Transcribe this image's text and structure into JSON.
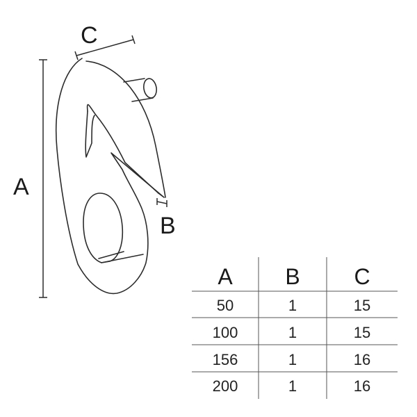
{
  "drawing": {
    "label_a": "A",
    "label_b": "B",
    "label_c": "C",
    "line_color": "#2b2b2b"
  },
  "dimension_table": {
    "headers": [
      "A",
      "B",
      "C"
    ],
    "rows": [
      [
        "50",
        "1",
        "15"
      ],
      [
        "100",
        "1",
        "15"
      ],
      [
        "156",
        "1",
        "16"
      ],
      [
        "200",
        "1",
        "16"
      ]
    ]
  }
}
